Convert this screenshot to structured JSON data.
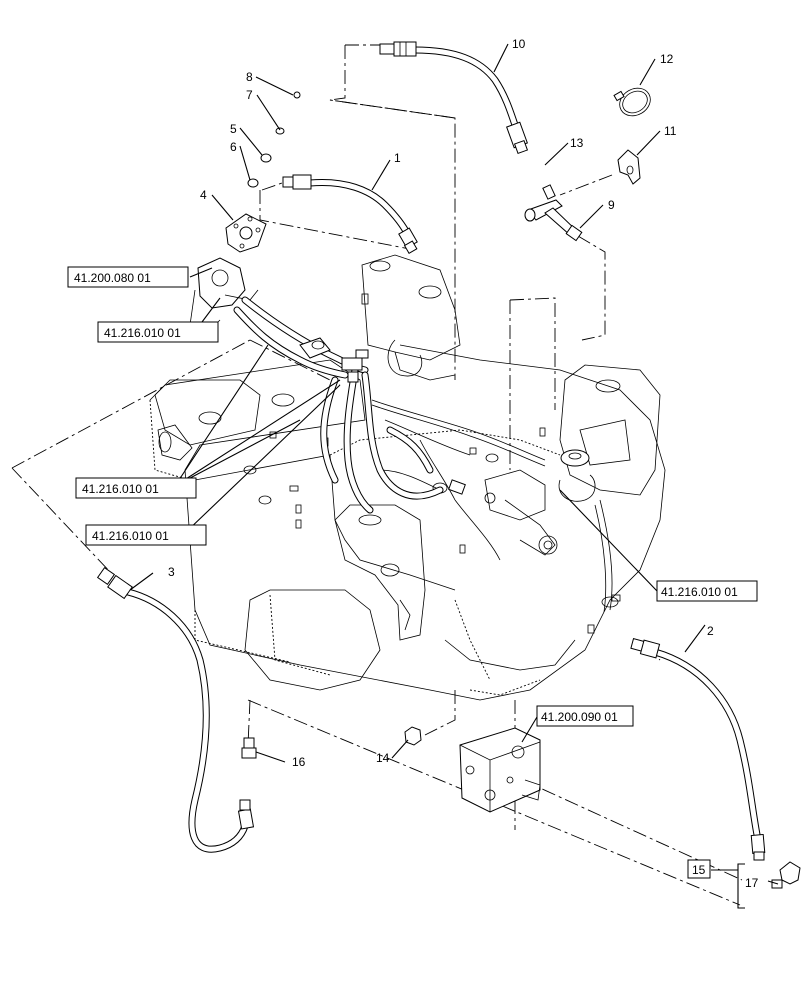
{
  "callouts": [
    {
      "id": "c1",
      "label": "1"
    },
    {
      "id": "c2",
      "label": "2"
    },
    {
      "id": "c3",
      "label": "3"
    },
    {
      "id": "c4",
      "label": "4"
    },
    {
      "id": "c5",
      "label": "5"
    },
    {
      "id": "c6",
      "label": "6"
    },
    {
      "id": "c7",
      "label": "7"
    },
    {
      "id": "c8",
      "label": "8"
    },
    {
      "id": "c9",
      "label": "9"
    },
    {
      "id": "c10",
      "label": "10"
    },
    {
      "id": "c11",
      "label": "11"
    },
    {
      "id": "c12",
      "label": "12"
    },
    {
      "id": "c13",
      "label": "13"
    },
    {
      "id": "c14",
      "label": "14"
    },
    {
      "id": "c15",
      "label": "15"
    },
    {
      "id": "c16",
      "label": "16"
    },
    {
      "id": "c17",
      "label": "17"
    }
  ],
  "references": {
    "ref_a": "41.200.080 01",
    "ref_b": "41.216.010 01",
    "ref_c": "41.216.010 01",
    "ref_d": "41.216.010 01",
    "ref_e": "41.216.010 01",
    "ref_f": "41.200.090 01"
  }
}
